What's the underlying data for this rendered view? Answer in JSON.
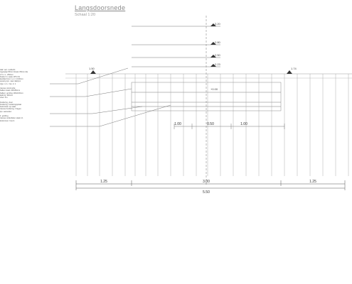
{
  "header": {
    "title": "Langsdoorsnede",
    "scale": "Schaal 1:20"
  },
  "levels": [
    "3.20",
    "2.80",
    "2.50",
    "2.23"
  ],
  "markers": {
    "left_top": "1.50",
    "right_top": "1.74",
    "center_small": "+0.00"
  },
  "dims_mid": [
    "1.00",
    "0.50",
    "1.00"
  ],
  "dims_bottom": {
    "left": "1.25",
    "center": "3.00",
    "right": "1.25",
    "total": "5.50"
  },
  "notes": {
    "group1": [
      "dak: vert. rooflucht",
      "regenpijp 80mm lineair, 80mm dia",
      "1.5 x 1 - 250mm",
      "fixatie 3 x vaste 1PS 1%",
      "kantlijst hout: n.v.t. 1:100mm",
      "opvang tpn. naar dak/pvc",
      "vlgo. rv.n. / tav. d. 1"
    ],
    "group2": [
      "nieuwe constructie",
      "balken staal: 200x50mm",
      "balken: gording 100x100mm",
      "kalk bij: 100mm",
      "vloer: ihu"
    ],
    "group3": [
      "fundering, vloer",
      "fundering: funderingsplaat",
      "betonvloer op staal",
      "nieuwe fundering: 3 lagen",
      "tpn. aanvullen"
    ],
    "group4": [
      "1: gording",
      "nieuwe onderdelen staal 2.1",
      "kolommen: hout 1"
    ]
  }
}
